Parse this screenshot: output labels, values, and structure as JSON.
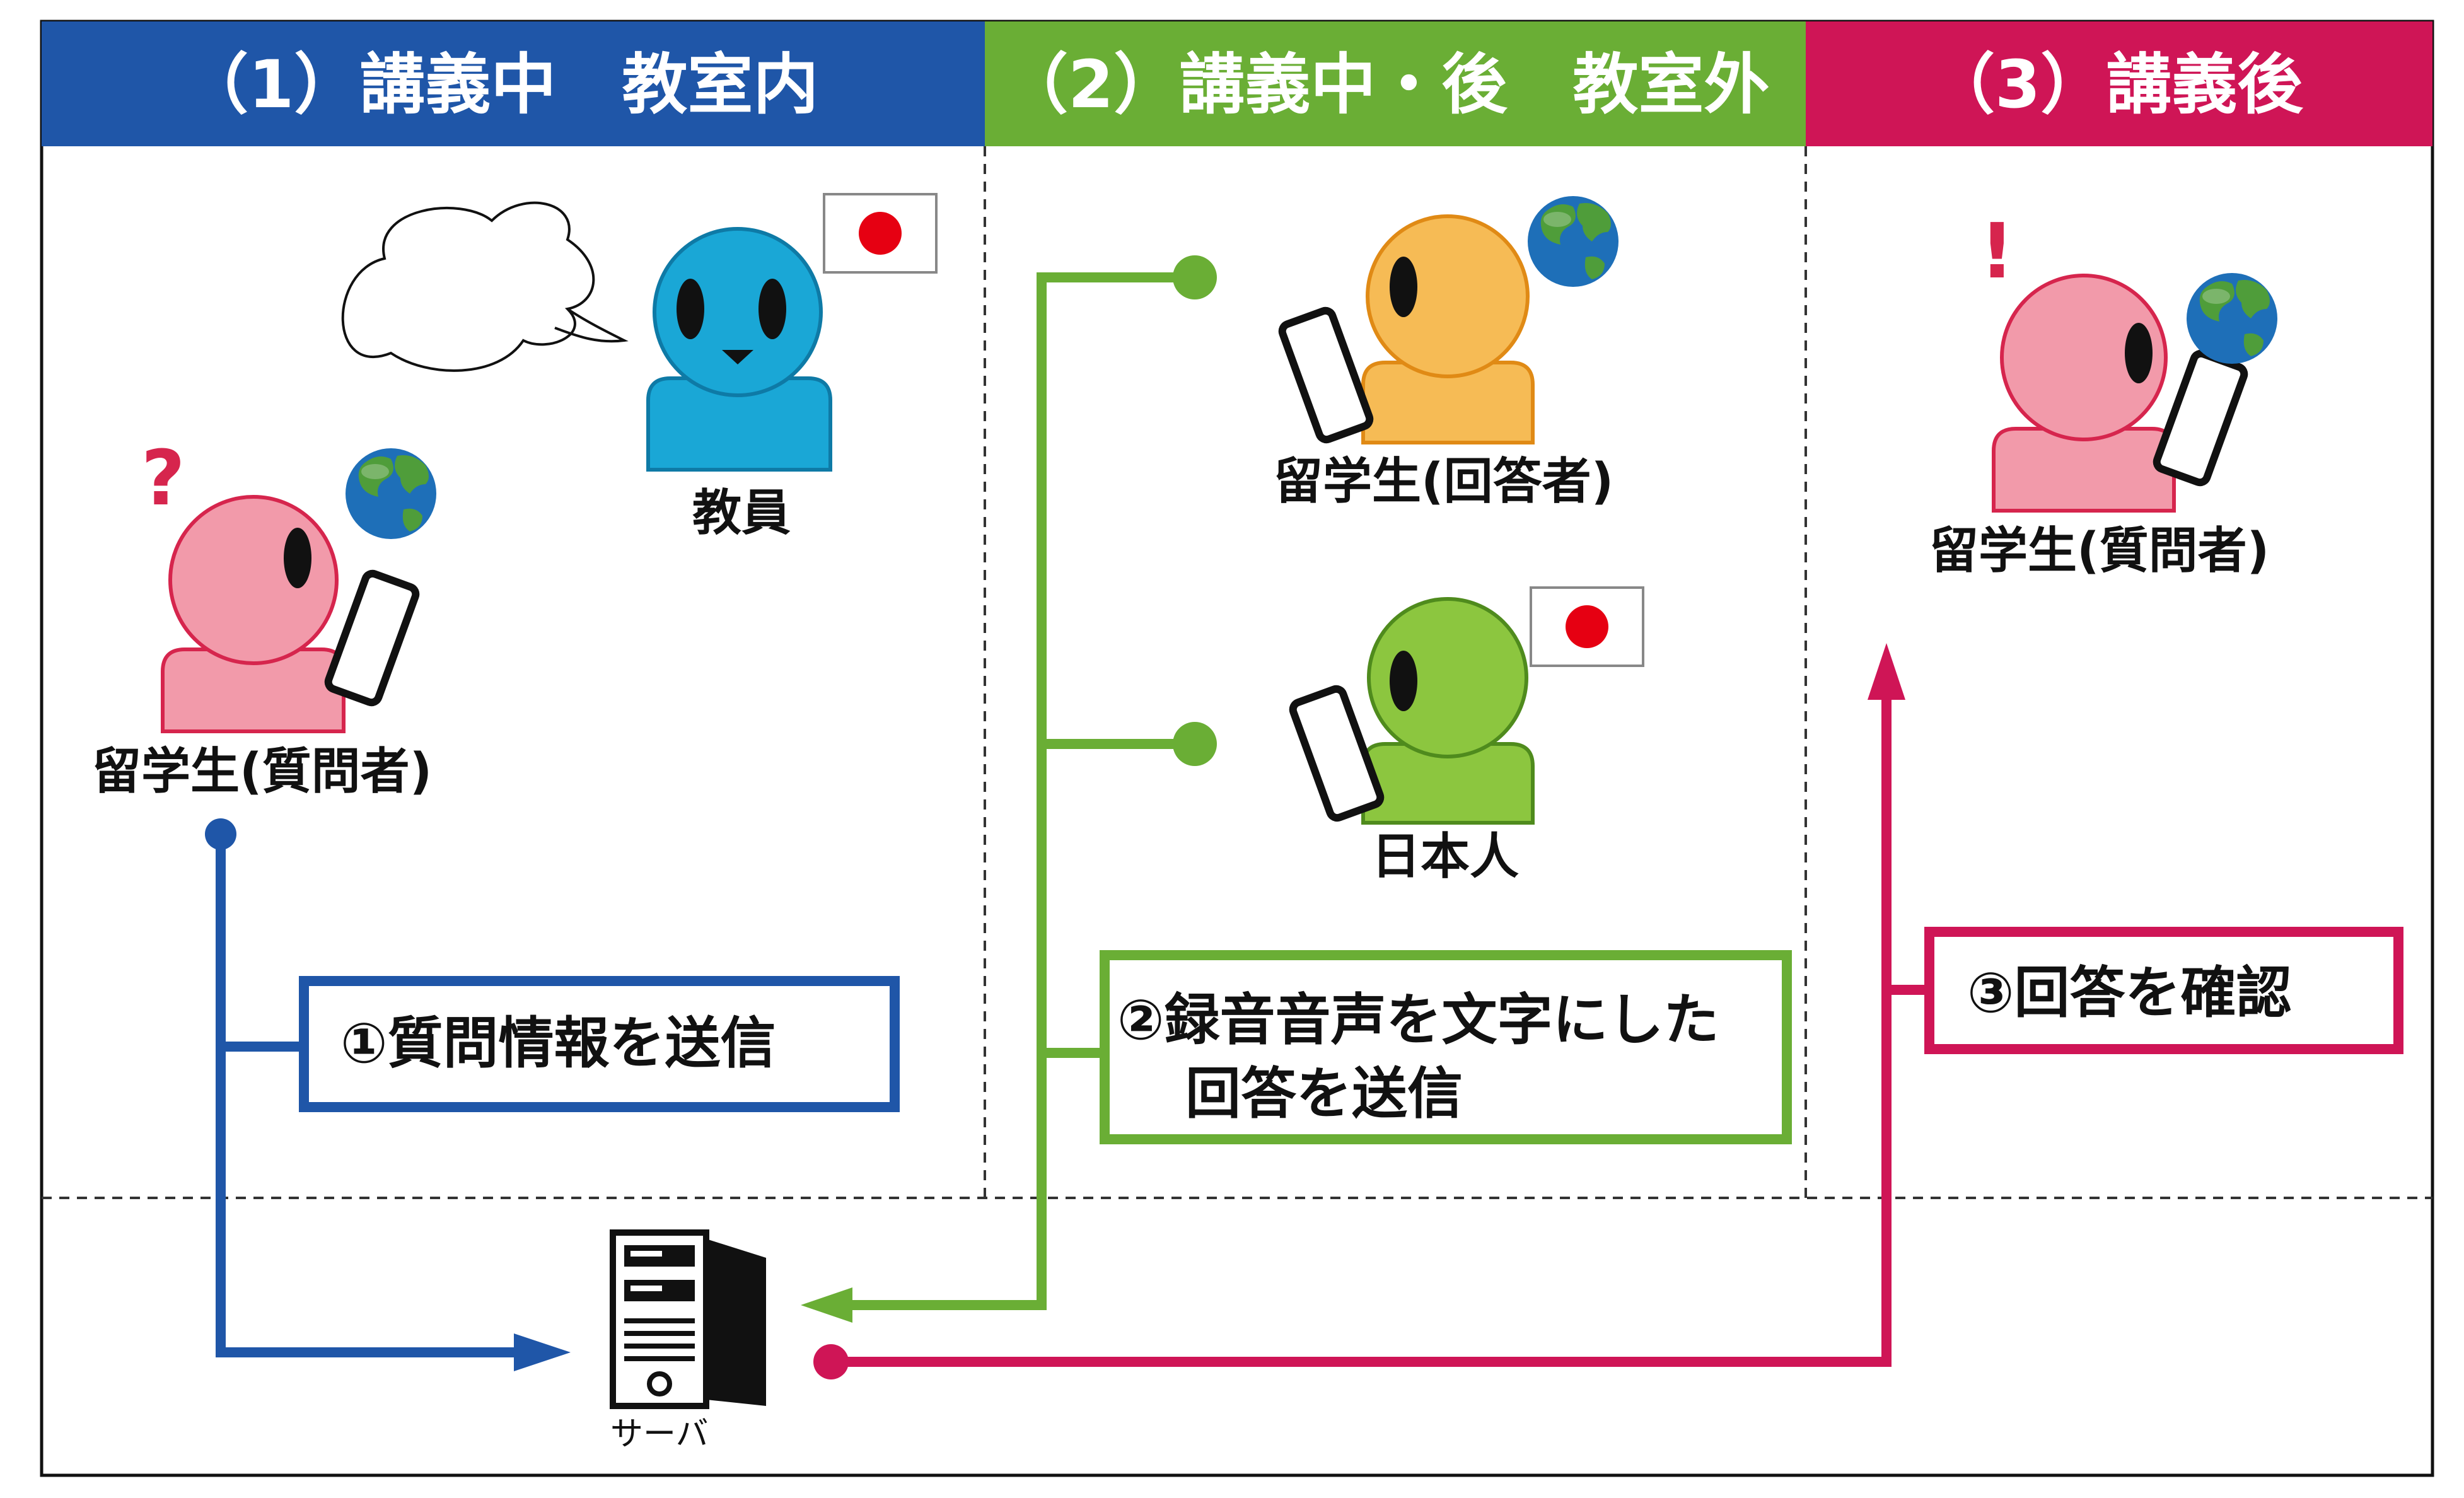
{
  "headers": {
    "section1": "（1）講義中　教室内",
    "section2": "（2）講義中・後　教室外",
    "section3": "（3）講義後"
  },
  "labels": {
    "teacher": "教員",
    "questioner_left": "留学生(質問者)",
    "answerer": "留学生(回答者)",
    "japanese": "日本人",
    "questioner_right": "留学生(質問者)",
    "server": "サーバ"
  },
  "marks": {
    "question": "?",
    "exclaim": "!"
  },
  "steps": {
    "step1": "①質問情報を送信",
    "step2_line1": "②録音音声を文字にした",
    "step2_line2": "回答を送信",
    "step3": "③回答を確認"
  },
  "colors": {
    "section1": "#1f56a8",
    "section2": "#6aae35",
    "section3": "#cf1556",
    "pink": "#f29aaa",
    "pink_stroke": "#d6254d",
    "teacher": "#1aa7d6",
    "orange": "#f6bb55",
    "green_person": "#8cc63f",
    "japan_red": "#e60012"
  },
  "icons": [
    "speech-bubble",
    "japan-flag",
    "globe",
    "smartphone",
    "server-tower",
    "question-mark",
    "exclamation-mark"
  ]
}
